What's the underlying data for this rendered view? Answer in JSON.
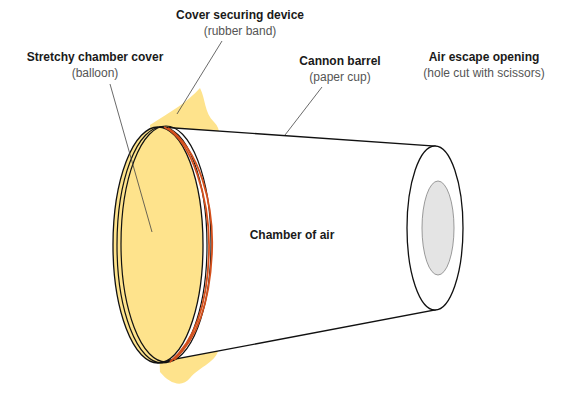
{
  "diagram": {
    "labels": [
      "Stretchy chamber cover",
      "(balloon)",
      "Cover securing device",
      "(rubber band)",
      "Cannon barrel",
      "(paper cup)",
      "Chamber of air",
      "Air escape opening",
      "(hole cut with scissors)"
    ]
  }
}
